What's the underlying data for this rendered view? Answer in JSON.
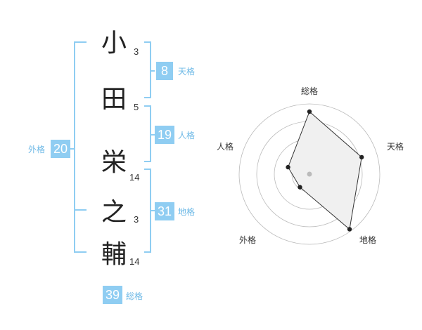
{
  "name": {
    "characters": [
      {
        "char": "小",
        "strokes": "3"
      },
      {
        "char": "田",
        "strokes": "5"
      },
      {
        "char": "栄",
        "strokes": "14"
      },
      {
        "char": "之",
        "strokes": "3"
      },
      {
        "char": "輔",
        "strokes": "14"
      }
    ]
  },
  "fortunes": {
    "tenkaku": {
      "value": "8",
      "label": "天格"
    },
    "jinkaku": {
      "value": "19",
      "label": "人格"
    },
    "chikaku": {
      "value": "31",
      "label": "地格"
    },
    "gaikaku": {
      "value": "20",
      "label": "外格"
    },
    "soukaku": {
      "value": "39",
      "label": "総格"
    }
  },
  "chart_data": {
    "type": "radar",
    "axes": [
      "総格",
      "天格",
      "地格",
      "外格",
      "人格"
    ],
    "values": [
      0.89,
      0.78,
      0.97,
      0.23,
      0.32
    ],
    "range": [
      0,
      1
    ],
    "rings": 4,
    "colors": {
      "fill": "#f0f0f0",
      "line": "#333333",
      "ring": "#bbbbbb",
      "point": "#222222",
      "center": "#bbbbbb"
    }
  },
  "colors": {
    "accent": "#8fcdf2",
    "bracket": "#8fcdf2",
    "label": "#6cb8e6"
  }
}
